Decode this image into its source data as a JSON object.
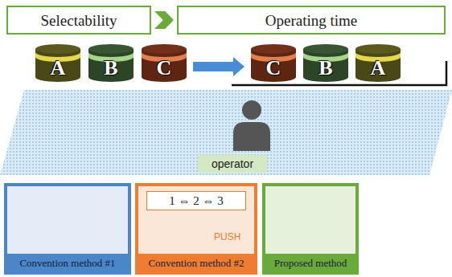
{
  "diagram": {
    "nodes": [
      {
        "text": [
          "Selectability"
        ]
      },
      {
        "text": [
          "Operating time"
        ]
      },
      {
        "text": [
          "A"
        ]
      },
      {
        "text": [
          "B"
        ]
      },
      {
        "text": [
          "C"
        ]
      },
      {
        "text": [
          "C"
        ]
      },
      {
        "text": [
          "B"
        ]
      },
      {
        "text": [
          "A"
        ]
      },
      {
        "text": [
          "operator"
        ]
      },
      {
        "text": [
          "Convention method #1"
        ]
      },
      {
        "text": [
          "Convention method #2"
        ]
      },
      {
        "text": [
          "1 ⇔ 2 ⇔ 3"
        ],
        "in": 10
      },
      {
        "text": [
          "Proposed method"
        ]
      }
    ],
    "edges": [
      {
        "from": 0,
        "to": 1,
        "arrow": "to"
      },
      {
        "from": 4,
        "to": 5,
        "arrow": "to"
      }
    ],
    "labels": [
      "PUSH"
    ]
  }
}
